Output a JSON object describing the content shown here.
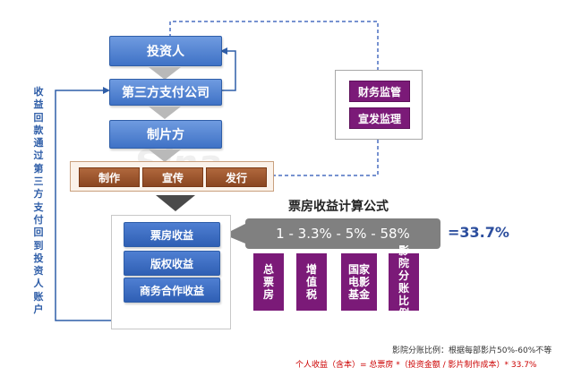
{
  "nodes": {
    "investor": "投资人",
    "payment": "第三方支付公司",
    "producer": "制片方"
  },
  "production": [
    "制作",
    "宣传",
    "发行"
  ],
  "revenue": [
    "票房收益",
    "版权收益",
    "商务合作收益"
  ],
  "regulation": [
    "财务监管",
    "宣发监理"
  ],
  "side_note": "收益回款通过第三方支付回到投资人账户",
  "formula": {
    "title": "票房收益计算公式",
    "expression": "1  -  3.3%  -  5%  -  58%",
    "result": "=33.7%",
    "labels": [
      "总票房",
      "增值税",
      "国家电影基金",
      "影院分账比例"
    ]
  },
  "notes": {
    "line1": "影院分账比例：根据每部影片50%-60%不等",
    "line2": "个人收益（含本）= 总票房 *（投资金额 / 影片制作成本）* 33.7%"
  },
  "watermark": "Sina",
  "colors": {
    "blue": "#3f72c6",
    "brown": "#8a4621",
    "purple": "#7b1a78",
    "dashed_line": "#4a6fc0",
    "red_note": "#cc0000"
  }
}
